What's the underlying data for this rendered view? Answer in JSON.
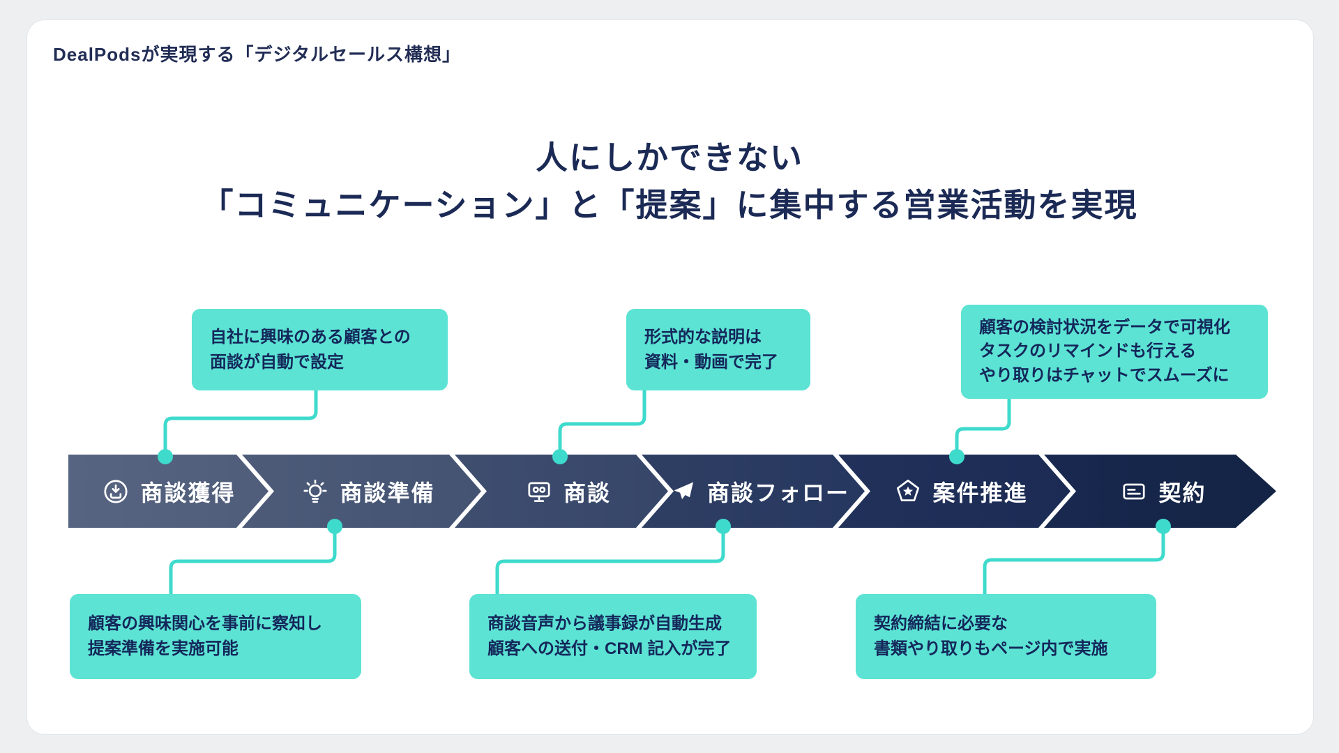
{
  "page": {
    "title": "DealPodsが実現する「デジタルセールス構想」",
    "heading_line1": "人にしかできない",
    "heading_line2": "「コミュニケーション」と「提案」に集中する営業活動を実現"
  },
  "colors": {
    "callout_teal": "#5CE3D4",
    "connector_teal": "#3EDACC",
    "navy_text": "#16295B",
    "arrow_gradient_start": "#576481",
    "arrow_gradient_end": "#142445",
    "background": "#EDEFF1",
    "card": "#FFFFFF"
  },
  "callouts_top": [
    {
      "lines": [
        "自社に興味のある顧客との",
        "面談が自動で設定"
      ]
    },
    {
      "lines": [
        "形式的な説明は",
        "資料・動画で完了"
      ]
    },
    {
      "lines": [
        "顧客の検討状況をデータで可視化",
        "タスクのリマインドも行える",
        "やり取りはチャットでスムーズに"
      ]
    }
  ],
  "stages": [
    {
      "label": "商談獲得",
      "icon": "inbound-circle-icon"
    },
    {
      "label": "商談準備",
      "icon": "lightbulb-icon"
    },
    {
      "label": "商談",
      "icon": "online-meeting-monitor-icon"
    },
    {
      "label": "商談フォロー",
      "icon": "paper-plane-icon"
    },
    {
      "label": "案件推進",
      "icon": "pentagon-star-badge-icon"
    },
    {
      "label": "契約",
      "icon": "contract-card-icon"
    }
  ],
  "callouts_bottom": [
    {
      "lines": [
        "顧客の興味関心を事前に察知し",
        "提案準備を実施可能"
      ]
    },
    {
      "lines": [
        "商談音声から議事録が自動生成",
        "顧客への送付・CRM 記入が完了"
      ]
    },
    {
      "lines": [
        "契約締結に必要な",
        "書類やり取りもページ内で実施"
      ]
    }
  ]
}
